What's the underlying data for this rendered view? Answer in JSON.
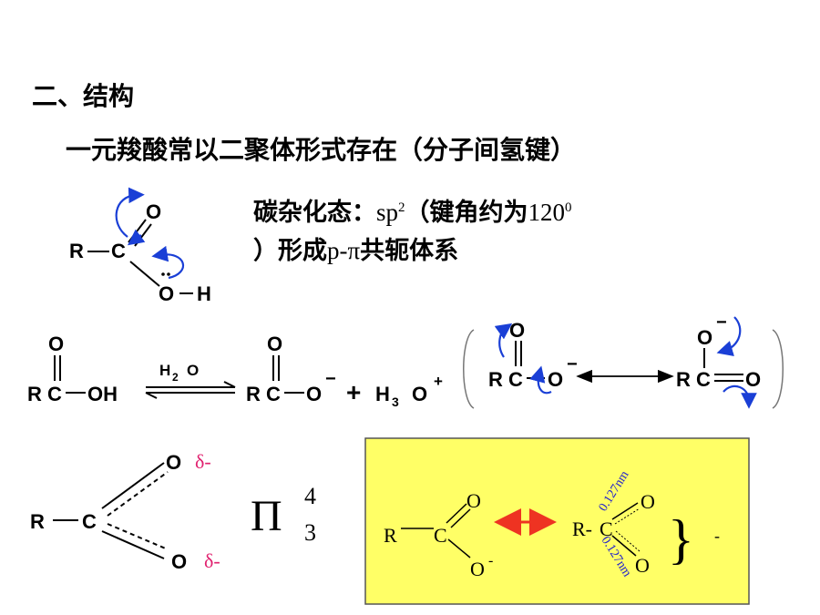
{
  "section_title": "二、结构",
  "subtitle": "一元羧酸常以二聚体形式存在（分子间氢键）",
  "hybrid": {
    "label": "碳杂化态：",
    "sp": "sp",
    "sp_sup": "2",
    "angle_label": "（键角约为",
    "angle_value": "120",
    "angle_sup": "0",
    "line2_a": "）形成",
    "line2_b": "p-π",
    "line2_c": "共轭体系"
  },
  "molecule_top": {
    "O_top": "O",
    "R": "R",
    "C": "C",
    "OH_O": "O",
    "OH_H": "H"
  },
  "equilibrium": {
    "acid": {
      "R": "R",
      "C": "C",
      "O": "O",
      "OH": "OH"
    },
    "reagent": "H",
    "reagent_sub": "2",
    "reagent_O": "O",
    "anion": {
      "R": "R",
      "C": "C",
      "O_top": "O",
      "O_minus": "O",
      "charge": "−"
    },
    "plus": "+",
    "H3O_H": "H",
    "H3O_sub": "3",
    "H3O_O": "O",
    "H3O_charge": "+"
  },
  "resonance": {
    "left": {
      "R": "R",
      "C": "C",
      "O_top": "O",
      "O_minus": "O",
      "charge": "−"
    },
    "right": {
      "R": "R",
      "C": "C",
      "O_top": "O",
      "charge": "−",
      "O_dbl": "O"
    }
  },
  "delocalized": {
    "R": "R",
    "C": "C",
    "O1": "O",
    "O2": "O",
    "delta1": "δ-",
    "delta2": "δ-",
    "pi": "Π",
    "pi_sup": "4",
    "pi_sub": "3"
  },
  "yellow_box": {
    "left": {
      "R": "R",
      "C": "C",
      "O_top": "O",
      "O_minus": "O",
      "charge": "-"
    },
    "right": {
      "R": "R-",
      "C": "C",
      "O1": "O",
      "O2": "O",
      "len1": "0.127nm",
      "len2": "0.127nm",
      "brace": "}",
      "charge": "-"
    },
    "colors": {
      "background": "#ffff66",
      "arrow": "#ee3322",
      "length_text": "#2222cc"
    }
  },
  "colors": {
    "arrow_blue": "#1a3fd6",
    "delta_pink": "#e0206e"
  }
}
